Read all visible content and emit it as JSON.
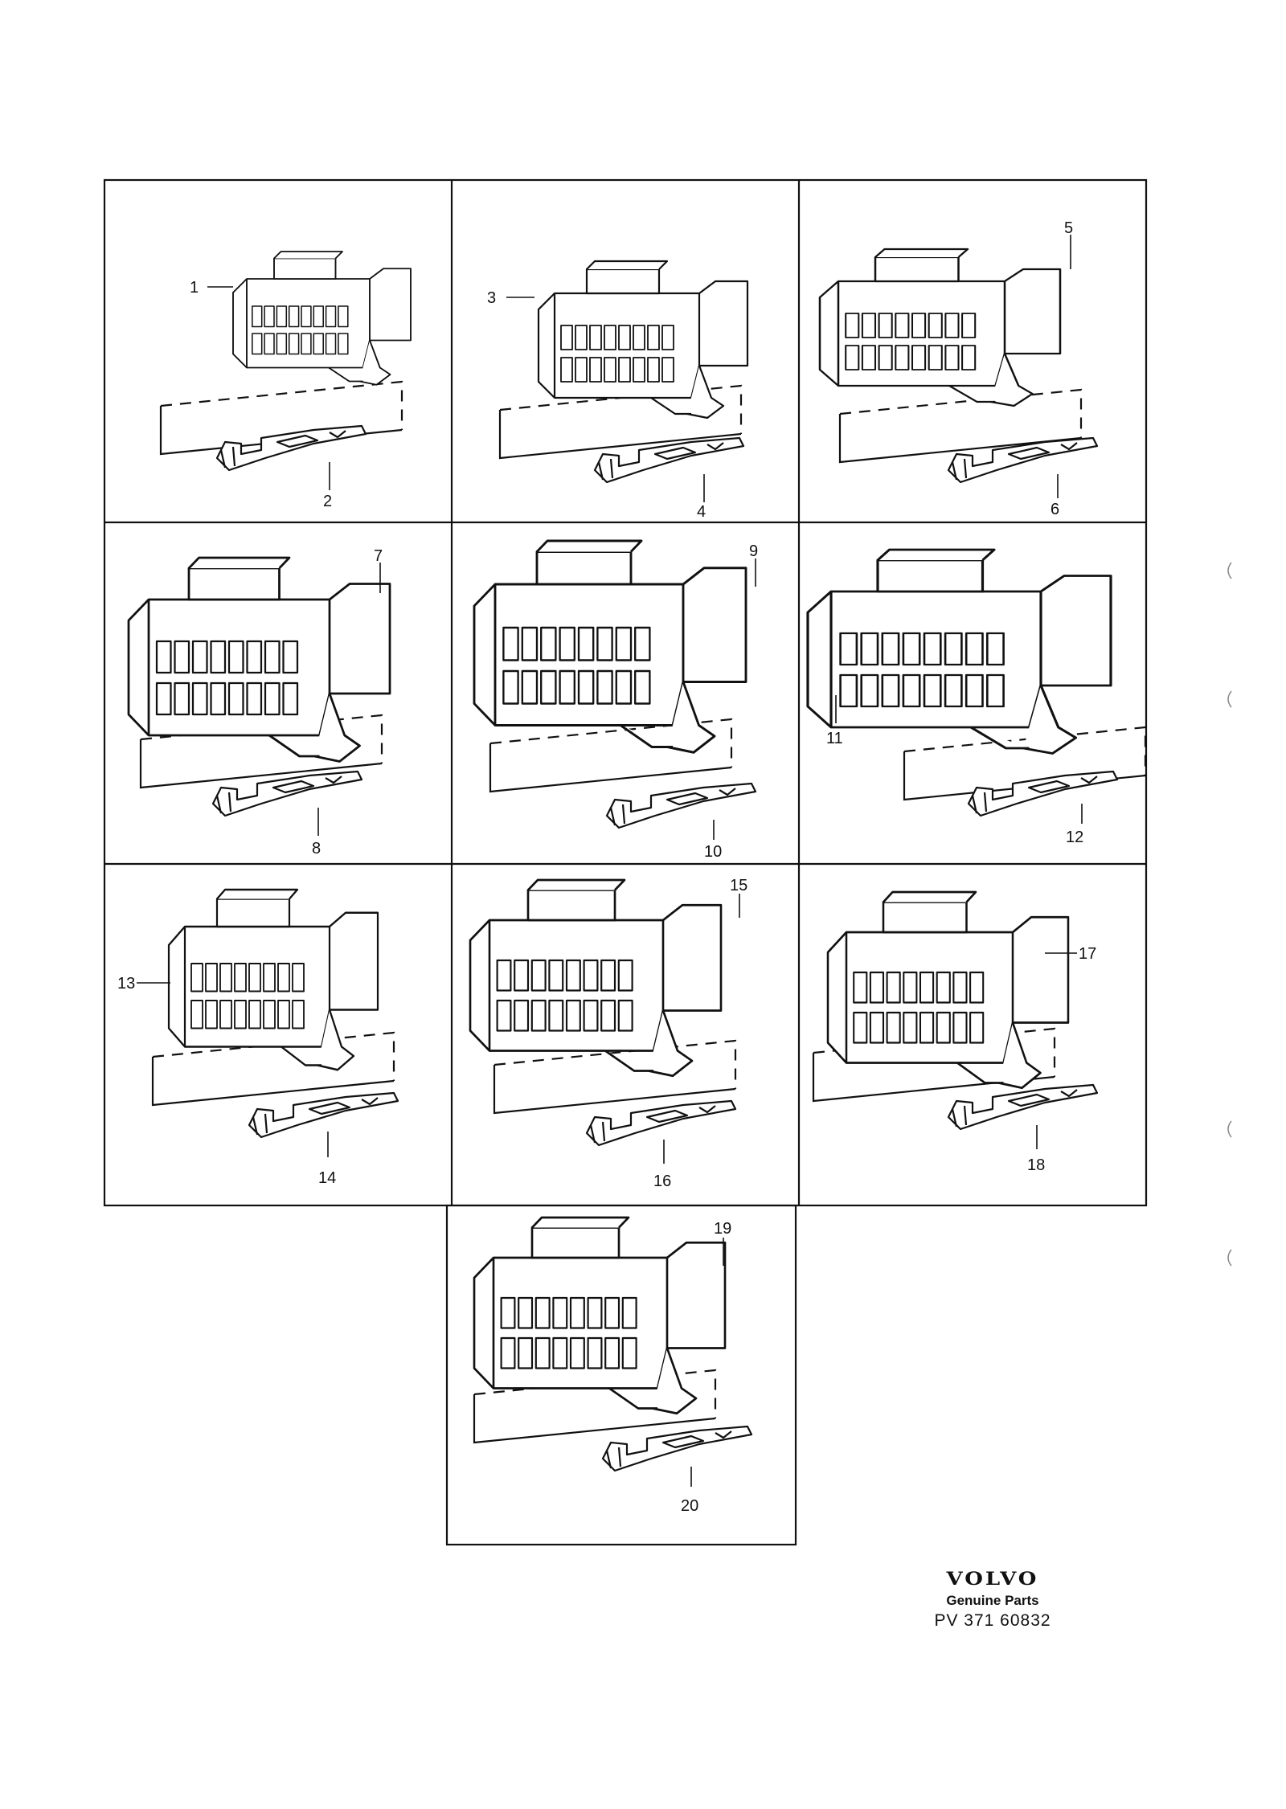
{
  "callouts": {
    "c1": "1",
    "c2": "2",
    "c3": "3",
    "c4": "4",
    "c5": "5",
    "c6": "6",
    "c7": "7",
    "c8": "8",
    "c9": "9",
    "c10": "10",
    "c11": "11",
    "c12": "12",
    "c13": "13",
    "c14": "14",
    "c15": "15",
    "c16": "16",
    "c17": "17",
    "c18": "18",
    "c19": "19",
    "c20": "20"
  },
  "footer": {
    "brand": "VOLVO",
    "subtitle": "Genuine Parts",
    "doc_number": "PV  371 60832"
  }
}
